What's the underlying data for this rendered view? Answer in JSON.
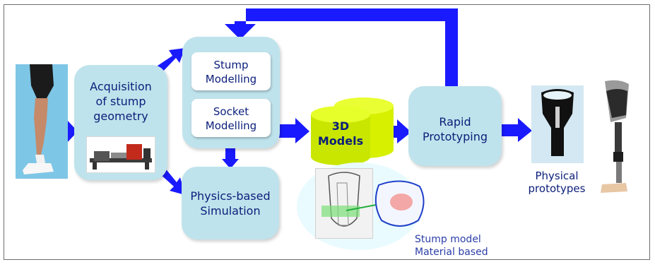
{
  "boxes": {
    "acquisition": "Acquisition\nof stump\ngeometry",
    "stump_modelling": "Stump\nModelling",
    "socket_modelling": "Socket\nModelling",
    "physics_simulation": "Physics-based\nSimulation",
    "models_3d": "3D\nModels",
    "rapid_prototyping": "Rapid\nPrototyping"
  },
  "captions": {
    "physical_prototypes": "Physical\nprototypes",
    "stump_model": "Stump model\nMaterial based"
  },
  "colors": {
    "arrow": "#1a1aff",
    "box_fill": "#bfe3ec",
    "cylinder": "#d6f000",
    "label_text": "#0b1e7a"
  }
}
